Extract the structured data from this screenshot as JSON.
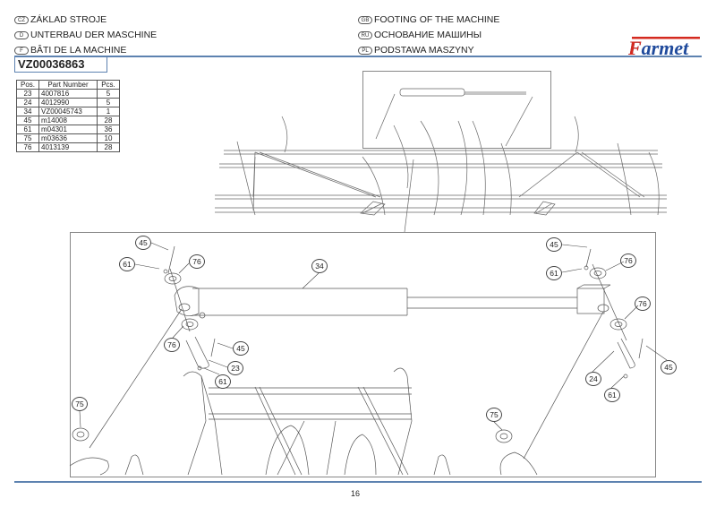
{
  "header": {
    "titles_left": [
      {
        "lang": "CZ",
        "text": "ZÁKLAD STROJE"
      },
      {
        "lang": "D",
        "text": "UNTERBAU DER MASCHINE"
      },
      {
        "lang": "F",
        "text": "BÂTI DE LA MACHINE"
      }
    ],
    "titles_right": [
      {
        "lang": "GB",
        "text": "FOOTING OF THE MACHINE"
      },
      {
        "lang": "RU",
        "text": "ОСНОВАНИЕ МАШИНЫ"
      },
      {
        "lang": "PL",
        "text": "PODSTAWA MASZYNY"
      }
    ],
    "logo_text": "Farmet",
    "brand_colors": {
      "red": "#d42a1f",
      "blue": "#1f4a9c",
      "line": "#5d82b0"
    }
  },
  "assembly_number": "VZ00036863",
  "parts_table": {
    "headers": [
      "Pos.",
      "Part Number",
      "Pcs."
    ],
    "rows": [
      [
        "23",
        "4007816",
        "5"
      ],
      [
        "24",
        "4012990",
        "5"
      ],
      [
        "34",
        "VZ00045743",
        "1"
      ],
      [
        "45",
        "m14008",
        "28"
      ],
      [
        "61",
        "m04301",
        "36"
      ],
      [
        "75",
        "m03636",
        "10"
      ],
      [
        "76",
        "4013139",
        "28"
      ]
    ]
  },
  "callouts": {
    "c1": "45",
    "c2": "61",
    "c3": "76",
    "c4": "34",
    "c5": "76",
    "c6": "45",
    "c7": "23",
    "c8": "61",
    "c9": "75",
    "c10": "45",
    "c11": "61",
    "c12": "76",
    "c13": "76",
    "c14": "24",
    "c15": "45",
    "c16": "61",
    "c17": "75"
  },
  "footer": {
    "page_number": "16"
  }
}
